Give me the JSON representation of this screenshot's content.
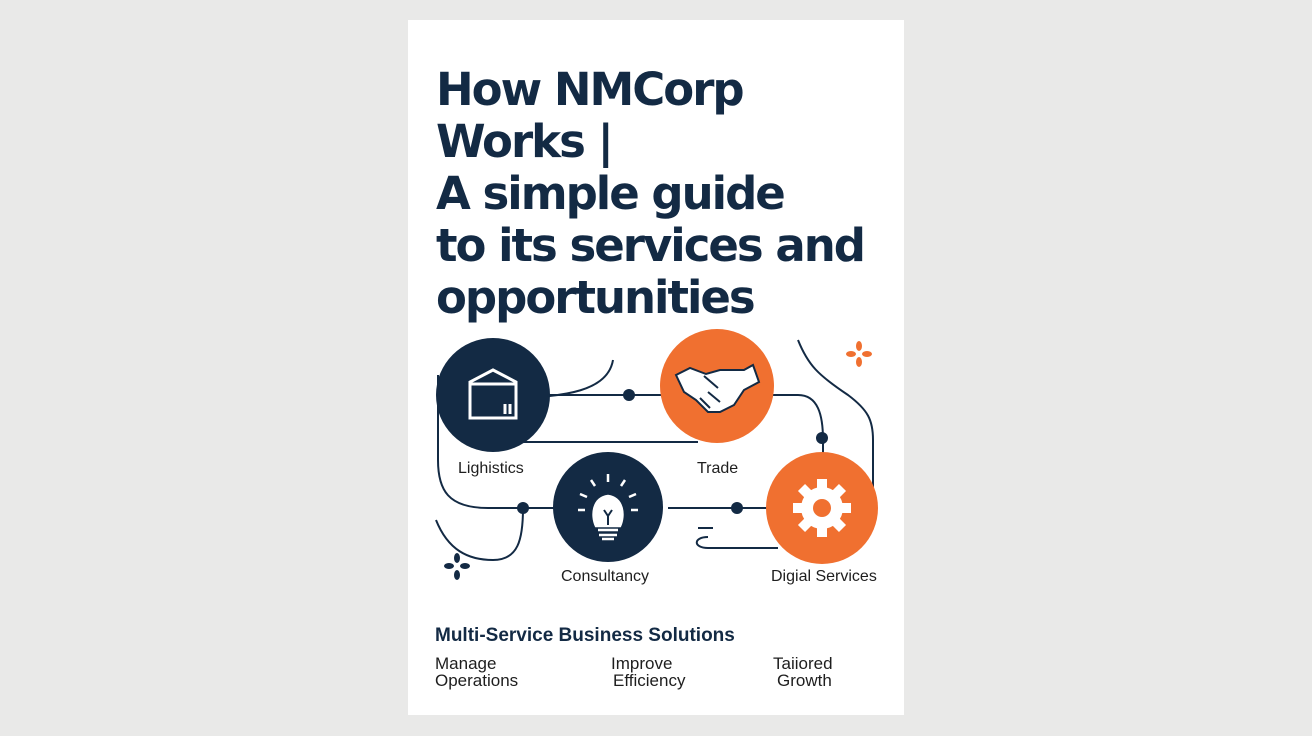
{
  "title_lines": [
    "How NMCorp",
    "Works |",
    "A simple guide",
    "to its services and",
    "opportunities"
  ],
  "services": [
    {
      "label": "Lighistics",
      "icon": "warehouse-icon"
    },
    {
      "label": "Trade",
      "icon": "handshake-icon"
    },
    {
      "label": "Consultancy",
      "icon": "lightbulb-icon"
    },
    {
      "label": "Digial Services",
      "icon": "gear-icon"
    }
  ],
  "subtitle": "Multi-Service Business Solutions",
  "benefits": [
    {
      "line1": "Manage",
      "line2": "Operations"
    },
    {
      "line1": "Improve",
      "line2": "Efficiency"
    },
    {
      "line1": "Taiiored",
      "line2": "Growth"
    }
  ],
  "colors": {
    "navy": "#132a44",
    "orange": "#f07030",
    "background": "#e9e9e8"
  }
}
